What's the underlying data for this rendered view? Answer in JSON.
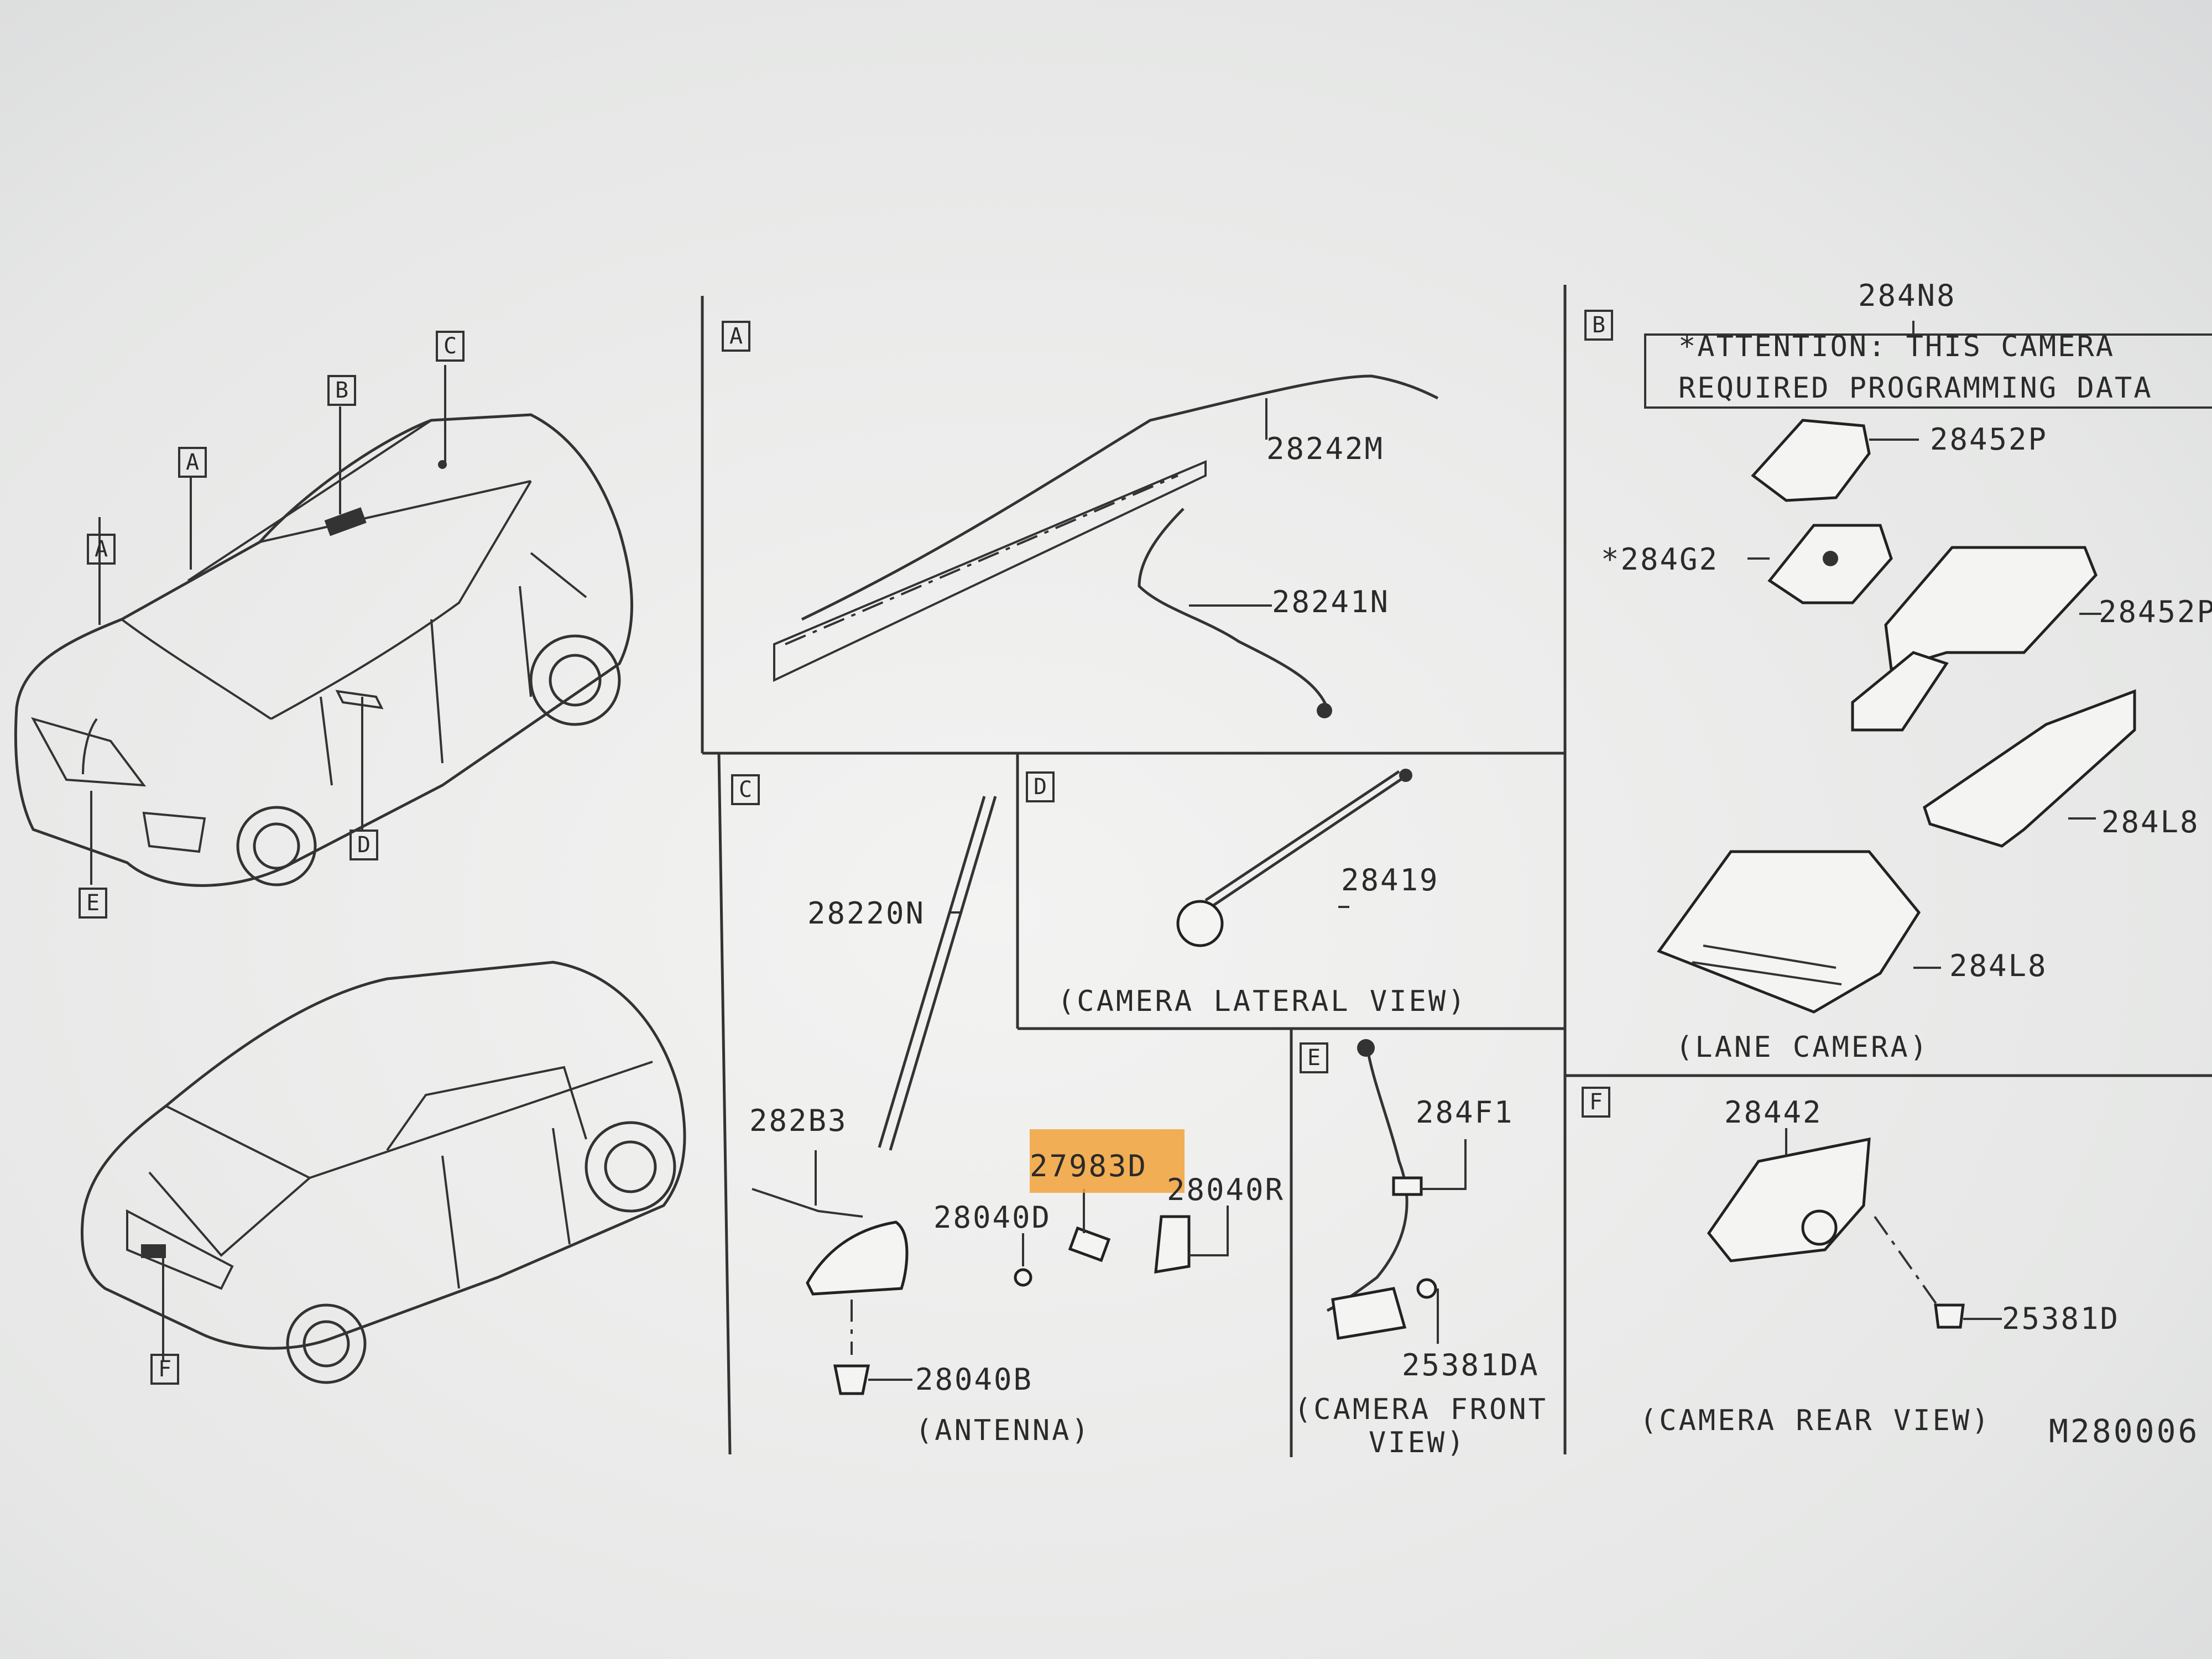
{
  "keys": {
    "A": "A",
    "B": "B",
    "C": "C",
    "D": "D",
    "E": "E",
    "F": "F"
  },
  "parts": {
    "p28242M": "28242M",
    "p28241N": "28241N",
    "p284N8": "284N8",
    "p28452P_top": "28452P",
    "p284G2": "*284G2",
    "p28452P_side": "28452P",
    "p284L8_a": "284L8",
    "p284L8_b": "284L8",
    "p28220N": "28220N",
    "p28419": "28419",
    "p282B3": "282B3",
    "p27983D": "27983D",
    "p28040R": "28040R",
    "p28040D": "28040D",
    "p284F1": "284F1",
    "p28442": "28442",
    "p28040B": "28040B",
    "p25381DA": "25381DA",
    "p25381D": "25381D"
  },
  "attention_note": {
    "line1": "*ATTENTION: THIS CAMERA",
    "line2": "REQUIRED PROGRAMMING DATA"
  },
  "captions": {
    "camera_lateral": "(CAMERA LATERAL VIEW)",
    "lane_camera": "(LANE CAMERA)",
    "antenna": "(ANTENNA)",
    "camera_front_1": "(CAMERA FRONT",
    "camera_front_2": "VIEW)",
    "camera_rear": "(CAMERA REAR VIEW)"
  },
  "figure_code": "M280006",
  "colors": {
    "highlight": "#f2a23a",
    "ink": "#2a2a2a",
    "paper": "#eeeeec"
  }
}
